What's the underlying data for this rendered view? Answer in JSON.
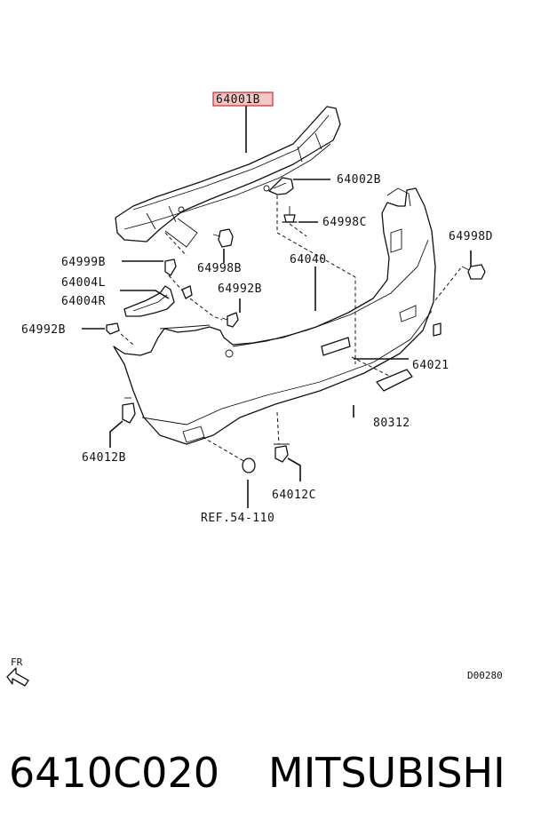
{
  "labels": {
    "p64001B": "64001B",
    "p64002B": "64002B",
    "p64998C": "64998C",
    "p64998D": "64998D",
    "p64999B": "64999B",
    "p64998B": "64998B",
    "p64040": "64040",
    "p64004L": "64004L",
    "p64004R": "64004R",
    "p64992B_a": "64992B",
    "p64992B_b": "64992B",
    "p64021": "64021",
    "p80312": "80312",
    "p64012B": "64012B",
    "p64012C": "64012C",
    "ref": "REF.54-110"
  },
  "direction_label": "FR",
  "diagram_code": "D00280",
  "footer": {
    "part_number": "6410C020",
    "brand": "MITSUBISHI"
  },
  "colors": {
    "highlight": "#d22222"
  }
}
